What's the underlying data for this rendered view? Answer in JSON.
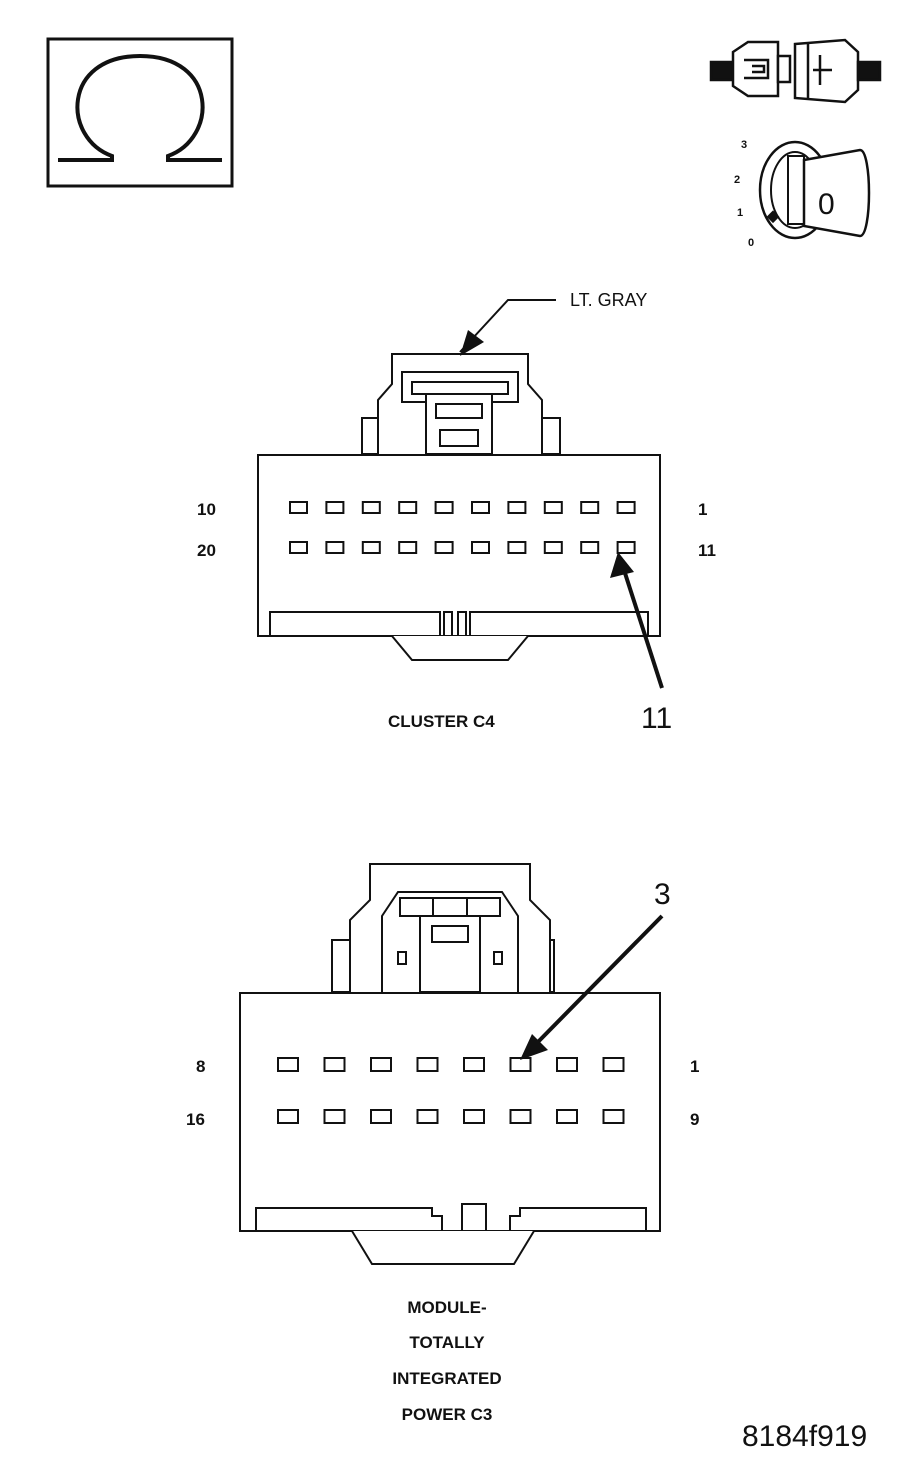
{
  "icons": {
    "ohm": "ohmmeter-icon",
    "connector": "disconnected-connector-icon",
    "ignition": "ignition-key-off-icon"
  },
  "ignition": {
    "positions": [
      "3",
      "2",
      "1",
      "0"
    ],
    "key_label": "0"
  },
  "connector_c4": {
    "color_label": "LT. GRAY",
    "row1_left": "10",
    "row1_right": "1",
    "row2_left": "20",
    "row2_right": "11",
    "pins_per_row": 10,
    "callout_pin": "11",
    "caption": "CLUSTER C4"
  },
  "connector_c3": {
    "row1_left": "8",
    "row1_right": "1",
    "row2_left": "16",
    "row2_right": "9",
    "pins_per_row": 8,
    "callout_pin": "3",
    "caption_lines": [
      "MODULE-",
      "TOTALLY",
      "INTEGRATED",
      "POWER C3"
    ]
  },
  "figure_id": "8184f919"
}
